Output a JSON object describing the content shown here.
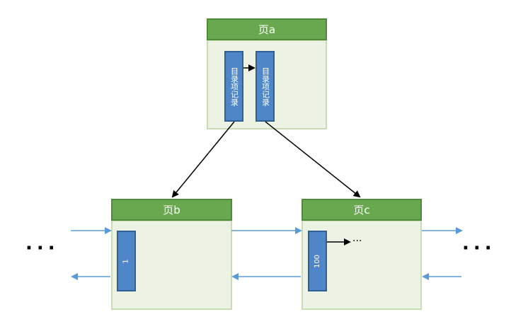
{
  "pages": {
    "a": {
      "title": "页a"
    },
    "b": {
      "title": "页b"
    },
    "c": {
      "title": "页c"
    }
  },
  "records": {
    "dir1": "目录项记录",
    "dir2": "目录项记录",
    "b_record": "1",
    "c_record": "100"
  },
  "ellipses": {
    "left": "···",
    "right": "···",
    "after_c_record": "···"
  },
  "colors": {
    "page_header": "#6aa84f",
    "page_body": "#edf3e4",
    "record": "#4e86c8",
    "link_arrow": "#5b9bd5",
    "pointer_arrow": "#000000"
  }
}
